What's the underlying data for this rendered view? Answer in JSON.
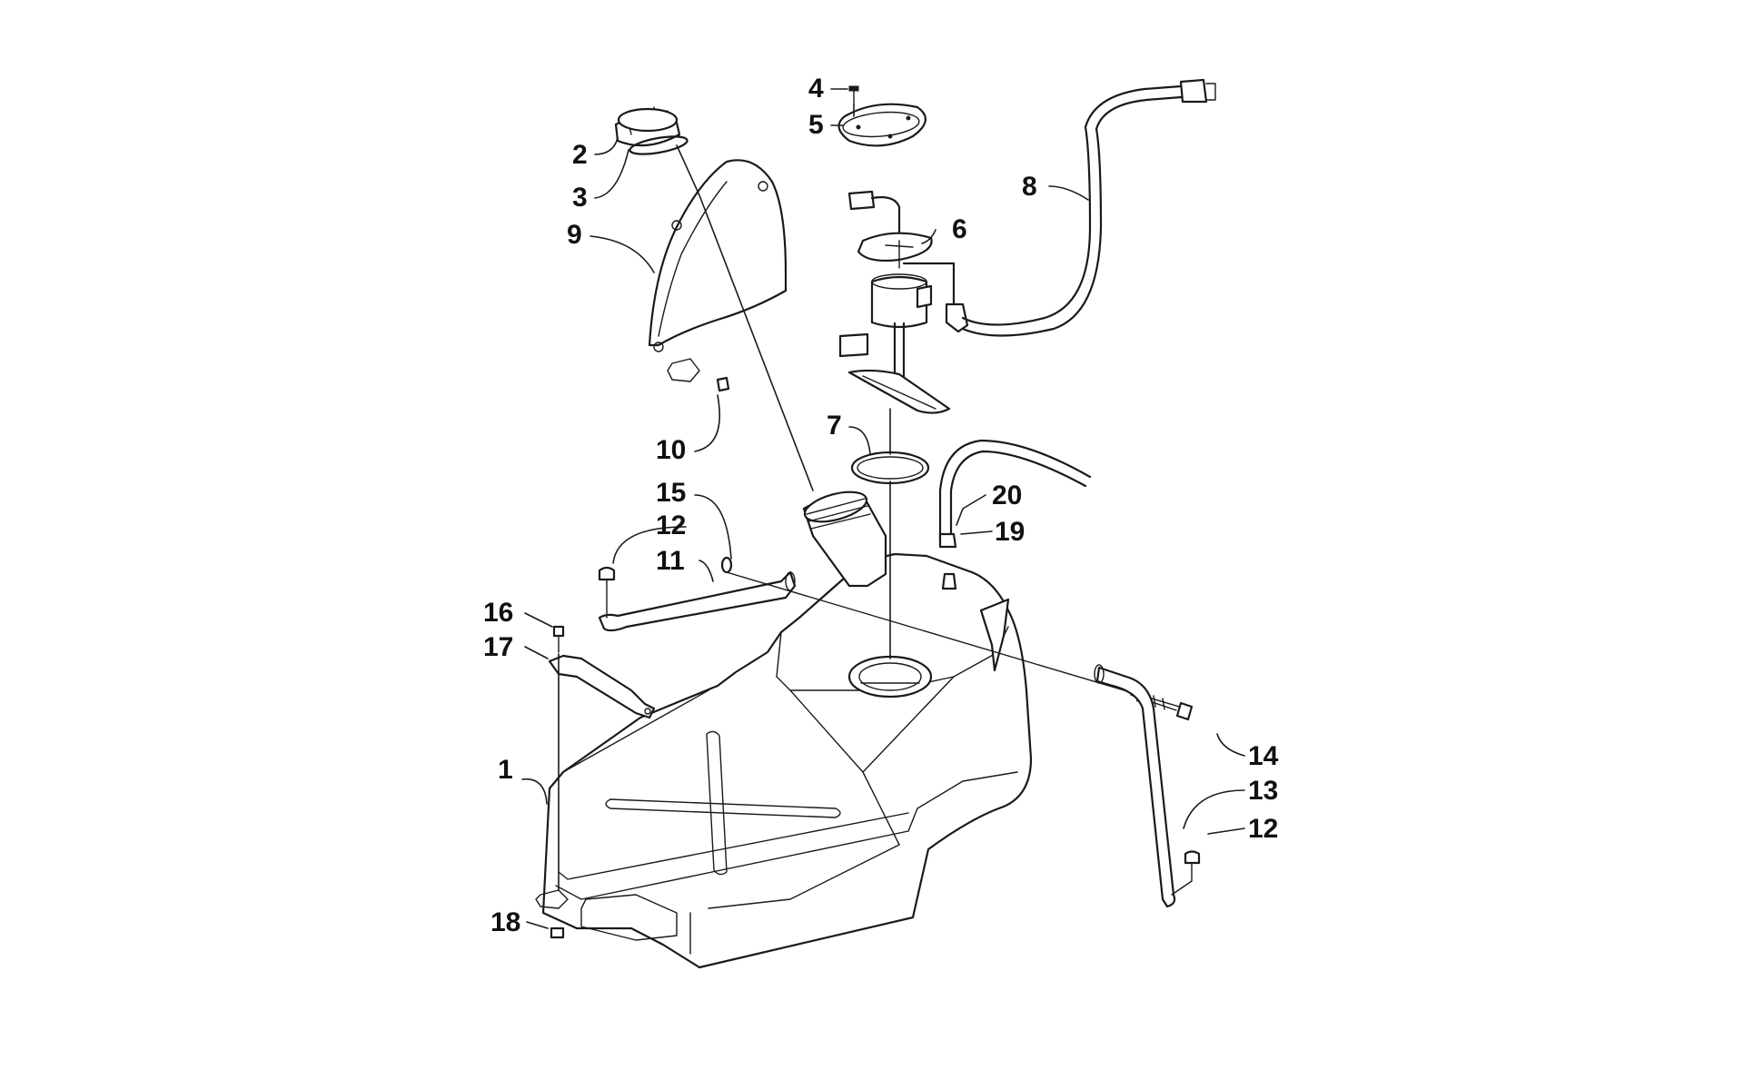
{
  "callouts": [
    {
      "id": "c1",
      "label": "1"
    },
    {
      "id": "c2",
      "label": "2"
    },
    {
      "id": "c3",
      "label": "3"
    },
    {
      "id": "c4",
      "label": "4"
    },
    {
      "id": "c5",
      "label": "5"
    },
    {
      "id": "c6",
      "label": "6"
    },
    {
      "id": "c7",
      "label": "7"
    },
    {
      "id": "c8",
      "label": "8"
    },
    {
      "id": "c9",
      "label": "9"
    },
    {
      "id": "c10",
      "label": "10"
    },
    {
      "id": "c11",
      "label": "11"
    },
    {
      "id": "c12a",
      "label": "12"
    },
    {
      "id": "c12b",
      "label": "12"
    },
    {
      "id": "c13",
      "label": "13"
    },
    {
      "id": "c14",
      "label": "14"
    },
    {
      "id": "c15",
      "label": "15"
    },
    {
      "id": "c16",
      "label": "16"
    },
    {
      "id": "c17",
      "label": "17"
    },
    {
      "id": "c18",
      "label": "18"
    },
    {
      "id": "c19",
      "label": "19"
    },
    {
      "id": "c20",
      "label": "20"
    }
  ]
}
